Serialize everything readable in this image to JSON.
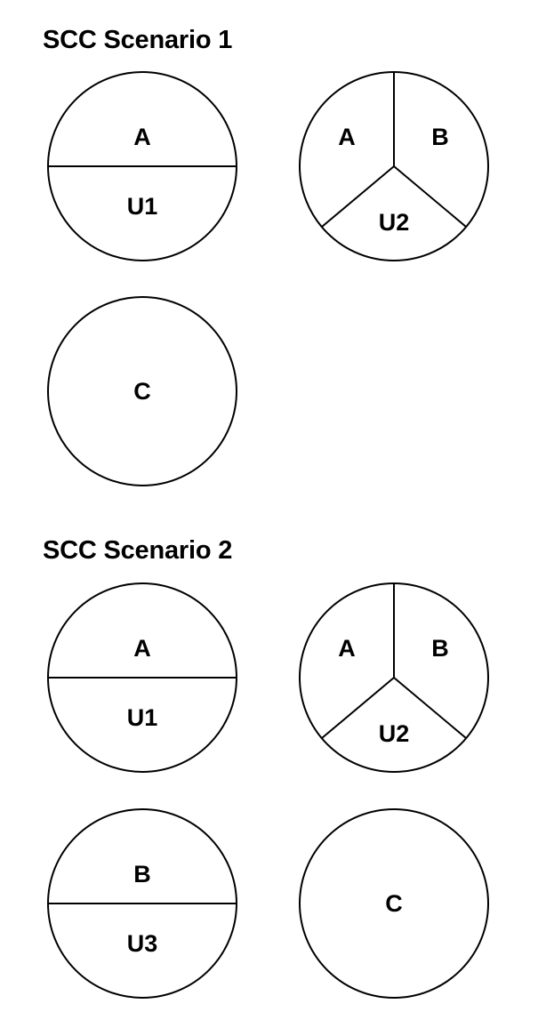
{
  "scenarios": [
    {
      "title": "SCC Scenario 1",
      "circles": [
        {
          "layout": "split-horizontal",
          "regions": [
            "A",
            "U1"
          ]
        },
        {
          "layout": "split-three-way",
          "regions": [
            "A",
            "B",
            "U2"
          ]
        },
        {
          "layout": "whole",
          "regions": [
            "C"
          ]
        }
      ]
    },
    {
      "title": "SCC Scenario 2",
      "circles": [
        {
          "layout": "split-horizontal",
          "regions": [
            "A",
            "U1"
          ]
        },
        {
          "layout": "split-three-way",
          "regions": [
            "A",
            "B",
            "U2"
          ]
        },
        {
          "layout": "split-horizontal",
          "regions": [
            "B",
            "U3"
          ]
        },
        {
          "layout": "whole",
          "regions": [
            "C"
          ]
        }
      ]
    }
  ]
}
